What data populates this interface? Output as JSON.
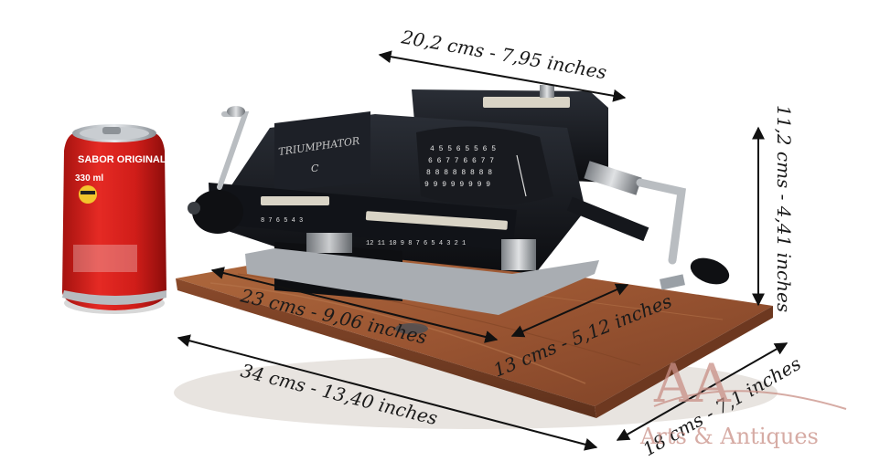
{
  "photo": {
    "subject": "Triumphator C mechanical calculator on wooden base next to a soda can",
    "colors": {
      "background": "#ffffff",
      "wood": "#9c5a34",
      "machine": "#15171c",
      "can": "#d6201e"
    }
  },
  "dimensions": {
    "width_top": "20,2 cms - 7,95 inches",
    "height": "11,2 cms - 4,41 inches",
    "length_machine": "23 cms - 9,06 inches",
    "depth_machine": "13 cms - 5,12 inches",
    "length_base": "34 cms - 13,40 inches",
    "depth_base": "18 cms - 7,1 inches"
  },
  "machine": {
    "brand": "TRIUMPHATOR",
    "model": "C",
    "front_numbers": "12 11 10 9 8 7 6 5 4 3 2 1",
    "left_numbers": "8 7 6 5 4 3"
  },
  "can": {
    "slogan": "SABOR ORIGINAL",
    "volume": "330 ml"
  },
  "watermark": {
    "monogram": "AA",
    "text": "Arts & Antiques"
  }
}
